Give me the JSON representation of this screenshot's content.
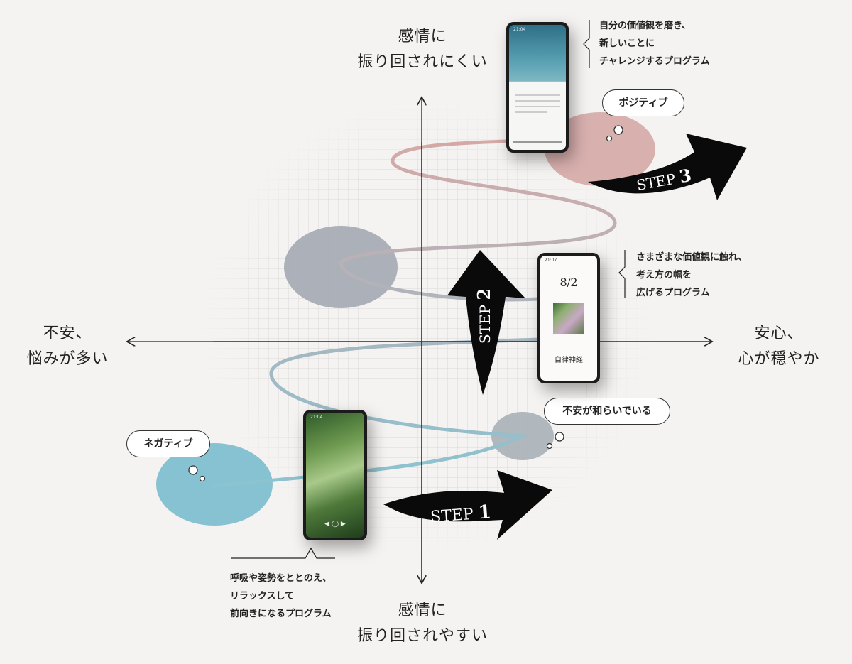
{
  "axes": {
    "top": [
      "感情に",
      "振り回されにくい"
    ],
    "bottom": [
      "感情に",
      "振り回されやすい"
    ],
    "left": [
      "不安、",
      "悩みが多い"
    ],
    "right": [
      "安心、",
      "心が穏やか"
    ]
  },
  "steps": {
    "step1_word": "STEP",
    "step1_num": "1",
    "step2_word": "STEP",
    "step2_num": "2",
    "step3_word": "STEP",
    "step3_num": "3"
  },
  "bubbles": {
    "negative": "ネガティブ",
    "easing": "不安が和らいでいる",
    "positive": "ポジティブ"
  },
  "notes": {
    "step1": [
      "呼吸や姿勢をととのえ、",
      "リラックスして",
      "前向きになるプログラム"
    ],
    "step2": [
      "さまざまな価値観に触れ、",
      "考え方の幅を",
      "広げるプログラム"
    ],
    "step3": [
      "自分の価値観を磨き、",
      "新しいことに",
      "チャレンジするプログラム"
    ]
  },
  "phones": {
    "phone1": {
      "status": "21:04"
    },
    "phone2": {
      "status": "21:07",
      "date_top": "8",
      "date_bottom": "2",
      "word": "自律神経"
    },
    "phone3": {
      "status": "21:04"
    }
  },
  "colors": {
    "negative_blob": "#7fbfcf",
    "easing_blob": "#a9b0b7",
    "mid_blob": "#a4a9b2",
    "positive_blob": "#d5a8a6",
    "arrow": "#0a0a0a",
    "grid_line": "#e2e0de"
  }
}
